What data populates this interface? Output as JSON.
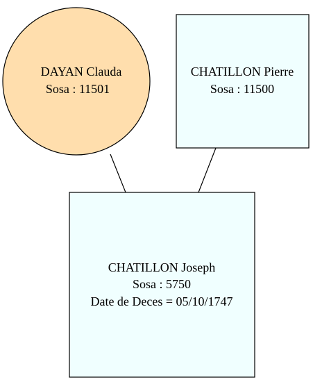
{
  "colors": {
    "female_fill": "#ffdead",
    "male_fill": "#f0ffff",
    "stroke": "#000000",
    "background": "#ffffff"
  },
  "nodes": {
    "mother": {
      "shape": "circle",
      "name": "DAYAN Clauda",
      "sosa": "Sosa : 11501"
    },
    "father": {
      "shape": "box",
      "name": "CHATILLON Pierre",
      "sosa": "Sosa : 11500"
    },
    "child": {
      "shape": "box",
      "name": "CHATILLON Joseph",
      "sosa": "Sosa : 5750",
      "death": "Date de Deces = 05/10/1747"
    }
  }
}
